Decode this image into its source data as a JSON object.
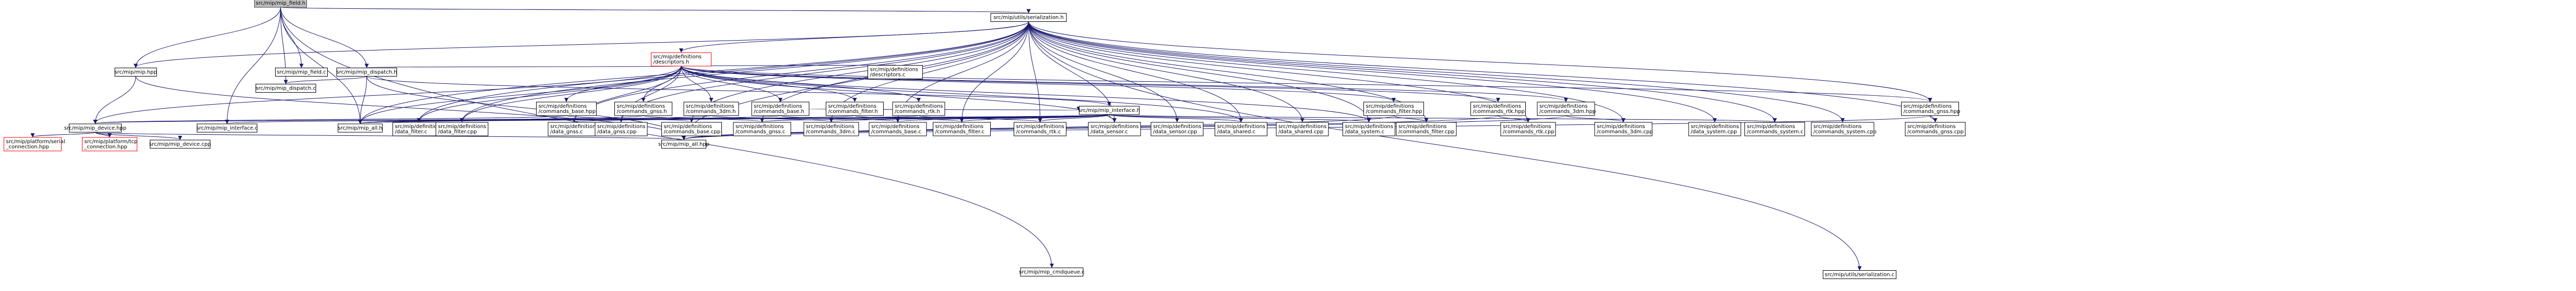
{
  "graph": {
    "edge_color": "#191970",
    "root_fill": "#bfbfbf",
    "missing_node_border": "#ff0000",
    "nodes": [
      {
        "id": "mip_field_h",
        "lines": [
          "src/mip/mip_field.h"
        ],
        "kind": "root"
      },
      {
        "id": "serialization_h",
        "lines": [
          "src/mip/utils/serialization.h"
        ]
      },
      {
        "id": "midqueue_c",
        "lines": [
          "src/mip/mip_cmdqueue.c"
        ]
      },
      {
        "id": "descriptors_h",
        "lines": [
          "src/mip/definitions",
          "/descriptors.h"
        ],
        "kind": "red"
      },
      {
        "id": "serialization_c",
        "lines": [
          "src/mip/utils/serialization.c"
        ]
      },
      {
        "id": "mip_hpp",
        "lines": [
          "src/mip/mip.hpp"
        ]
      },
      {
        "id": "mip_field_c",
        "lines": [
          "src/mip/mip_field.c"
        ]
      },
      {
        "id": "mip_dispatch_h",
        "lines": [
          "src/mip/mip_dispatch.h"
        ]
      },
      {
        "id": "descriptors_c",
        "lines": [
          "src/mip/definitions",
          "/descriptors.c"
        ]
      },
      {
        "id": "mip_dispatch_c",
        "lines": [
          "src/mip/mip_dispatch.c"
        ]
      },
      {
        "id": "commands_base_hpp",
        "lines": [
          "src/mip/definitions",
          "/commands_base.hpp"
        ]
      },
      {
        "id": "commands_gnss_h",
        "lines": [
          "src/mip/definitions",
          "/commands_gnss.h"
        ]
      },
      {
        "id": "commands_3dm_h",
        "lines": [
          "src/mip/definitions",
          "/commands_3dm.h"
        ]
      },
      {
        "id": "commands_base_h",
        "lines": [
          "src/mip/definitions",
          "/commands_base.h"
        ]
      },
      {
        "id": "commands_filter_h",
        "lines": [
          "src/mip/definitions",
          "/commands_filter.h"
        ]
      },
      {
        "id": "commands_rtk_h",
        "lines": [
          "src/mip/definitions",
          "/commands_rtk.h"
        ]
      },
      {
        "id": "mip_interface_h",
        "lines": [
          "src/mip/mip_interface.h"
        ]
      },
      {
        "id": "commands_filter_hpp",
        "lines": [
          "src/mip/definitions",
          "/commands_filter.hpp"
        ]
      },
      {
        "id": "commands_rtk_hpp",
        "lines": [
          "src/mip/definitions",
          "/commands_rtk.hpp"
        ]
      },
      {
        "id": "commands_3dm_hpp",
        "lines": [
          "src/mip/definitions",
          "/commands_3dm.hpp"
        ]
      },
      {
        "id": "commands_gnss_hpp",
        "lines": [
          "src/mip/definitions",
          "/commands_gnss.hpp"
        ]
      },
      {
        "id": "mip_device_hpp",
        "lines": [
          "src/mip/mip_device.hpp"
        ]
      },
      {
        "id": "mip_interface_c",
        "lines": [
          "src/mip/mip_interface.c"
        ]
      },
      {
        "id": "mip_all_h",
        "lines": [
          "src/mip/mip_all.h"
        ]
      },
      {
        "id": "data_filter_c",
        "lines": [
          "src/mip/definitions",
          "/data_filter.c"
        ]
      },
      {
        "id": "data_filter_cpp",
        "lines": [
          "src/mip/definitions",
          "/data_filter.cpp"
        ]
      },
      {
        "id": "data_gnss_c",
        "lines": [
          "src/mip/definitions",
          "/data_gnss.c"
        ]
      },
      {
        "id": "data_gnss_cpp",
        "lines": [
          "src/mip/definitions",
          "/data_gnss.cpp"
        ]
      },
      {
        "id": "commands_base_cpp",
        "lines": [
          "src/mip/definitions",
          "/commands_base.cpp"
        ]
      },
      {
        "id": "commands_gnss_c",
        "lines": [
          "src/mip/definitions",
          "/commands_gnss.c"
        ]
      },
      {
        "id": "commands_3dm_c",
        "lines": [
          "src/mip/definitions",
          "/commands_3dm.c"
        ]
      },
      {
        "id": "commands_base_c",
        "lines": [
          "src/mip/definitions",
          "/commands_base.c"
        ]
      },
      {
        "id": "commands_filter_c",
        "lines": [
          "src/mip/definitions",
          "/commands_filter.c"
        ]
      },
      {
        "id": "commands_rtk_c",
        "lines": [
          "src/mip/definitions",
          "/commands_rtk.c"
        ]
      },
      {
        "id": "data_sensor_c",
        "lines": [
          "src/mip/definitions",
          "/data_sensor.c"
        ]
      },
      {
        "id": "data_sensor_cpp",
        "lines": [
          "src/mip/definitions",
          "/data_sensor.cpp"
        ]
      },
      {
        "id": "data_shared_c",
        "lines": [
          "src/mip/definitions",
          "/data_shared.c"
        ]
      },
      {
        "id": "data_shared_cpp",
        "lines": [
          "src/mip/definitions",
          "/data_shared.cpp"
        ]
      },
      {
        "id": "data_system_c",
        "lines": [
          "src/mip/definitions",
          "/data_system.c"
        ]
      },
      {
        "id": "commands_filter_cpp",
        "lines": [
          "src/mip/definitions",
          "/commands_filter.cpp"
        ]
      },
      {
        "id": "commands_rtk_cpp",
        "lines": [
          "src/mip/definitions",
          "/commands_rtk.cpp"
        ]
      },
      {
        "id": "commands_3dm_cpp",
        "lines": [
          "src/mip/definitions",
          "/commands_3dm.cpp"
        ]
      },
      {
        "id": "data_system_cpp",
        "lines": [
          "src/mip/definitions",
          "/data_system.cpp"
        ]
      },
      {
        "id": "commands_system_c",
        "lines": [
          "src/mip/definitions",
          "/commands_system.c"
        ]
      },
      {
        "id": "commands_system_cpp",
        "lines": [
          "src/mip/definitions",
          "/commands_system.cpp"
        ]
      },
      {
        "id": "commands_gnss_cpp",
        "lines": [
          "src/mip/definitions",
          "/commands_gnss.cpp"
        ]
      },
      {
        "id": "serial_connection_hpp",
        "lines": [
          "src/mip/platform/serial",
          "_connection.hpp"
        ],
        "kind": "red"
      },
      {
        "id": "tcp_connection_hpp",
        "lines": [
          "src/mip/platform/tcp",
          "_connection.hpp"
        ],
        "kind": "red"
      },
      {
        "id": "mip_device_cpp",
        "lines": [
          "src/mip/mip_device.cpp"
        ]
      },
      {
        "id": "mip_all_hpp",
        "lines": [
          "src/mip/mip_all.hpp"
        ]
      }
    ],
    "edges": [
      [
        "mip_field_h",
        "serialization_h"
      ],
      [
        "mip_field_h",
        "midqueue_c"
      ],
      [
        "mip_field_h",
        "mip_hpp"
      ],
      [
        "mip_field_h",
        "mip_field_c"
      ],
      [
        "mip_field_h",
        "mip_dispatch_h"
      ],
      [
        "mip_field_h",
        "mip_interface_c"
      ],
      [
        "mip_field_h",
        "mip_dispatch_c"
      ],
      [
        "mip_field_h",
        "mip_all_h"
      ],
      [
        "serialization_h",
        "descriptors_h"
      ],
      [
        "serialization_h",
        "serialization_c"
      ],
      [
        "serialization_h",
        "mip_hpp"
      ],
      [
        "serialization_h",
        "mip_all_h"
      ],
      [
        "serialization_h",
        "mip_all_hpp"
      ],
      [
        "serialization_h",
        "commands_gnss_hpp"
      ],
      [
        "serialization_h",
        "commands_gnss_cpp"
      ],
      [
        "serialization_h",
        "commands_system_cpp"
      ],
      [
        "serialization_h",
        "commands_system_c"
      ],
      [
        "serialization_h",
        "data_system_cpp"
      ],
      [
        "serialization_h",
        "commands_3dm_cpp"
      ],
      [
        "serialization_h",
        "commands_rtk_cpp"
      ],
      [
        "serialization_h",
        "commands_filter_cpp"
      ],
      [
        "serialization_h",
        "data_system_c"
      ],
      [
        "serialization_h",
        "data_shared_cpp"
      ],
      [
        "serialization_h",
        "data_shared_c"
      ],
      [
        "serialization_h",
        "data_sensor_cpp"
      ],
      [
        "serialization_h",
        "data_sensor_c"
      ],
      [
        "serialization_h",
        "commands_rtk_c"
      ],
      [
        "serialization_h",
        "commands_filter_c"
      ],
      [
        "serialization_h",
        "commands_base_c"
      ],
      [
        "serialization_h",
        "commands_3dm_c"
      ],
      [
        "serialization_h",
        "commands_gnss_c"
      ],
      [
        "serialization_h",
        "commands_base_cpp"
      ],
      [
        "serialization_h",
        "data_gnss_cpp"
      ],
      [
        "serialization_h",
        "data_gnss_c"
      ],
      [
        "serialization_h",
        "data_filter_cpp"
      ],
      [
        "serialization_h",
        "data_filter_c"
      ],
      [
        "descriptors_h",
        "descriptors_c"
      ],
      [
        "descriptors_h",
        "mip_dispatch_h"
      ],
      [
        "descriptors_h",
        "mip_device_hpp"
      ],
      [
        "descriptors_h",
        "commands_base_hpp"
      ],
      [
        "descriptors_h",
        "commands_gnss_h"
      ],
      [
        "descriptors_h",
        "commands_3dm_h"
      ],
      [
        "descriptors_h",
        "commands_base_h"
      ],
      [
        "descriptors_h",
        "commands_filter_h"
      ],
      [
        "descriptors_h",
        "commands_rtk_h"
      ],
      [
        "descriptors_h",
        "commands_filter_hpp"
      ],
      [
        "descriptors_h",
        "commands_rtk_hpp"
      ],
      [
        "descriptors_h",
        "commands_3dm_hpp"
      ],
      [
        "descriptors_h",
        "commands_gnss_hpp"
      ],
      [
        "descriptors_h",
        "mip_all_h"
      ],
      [
        "descriptors_h",
        "data_filter_c"
      ],
      [
        "descriptors_h",
        "data_filter_cpp"
      ],
      [
        "descriptors_h",
        "data_gnss_c"
      ],
      [
        "descriptors_h",
        "data_gnss_cpp"
      ],
      [
        "descriptors_h",
        "data_sensor_c"
      ],
      [
        "descriptors_h",
        "data_shared_c"
      ],
      [
        "descriptors_h",
        "data_system_c"
      ],
      [
        "mip_hpp",
        "mip_device_hpp"
      ],
      [
        "mip_hpp",
        "mip_all_hpp"
      ],
      [
        "mip_dispatch_h",
        "mip_dispatch_c"
      ],
      [
        "mip_dispatch_h",
        "mip_interface_h"
      ],
      [
        "mip_dispatch_h",
        "mip_all_h"
      ],
      [
        "mip_dispatch_h",
        "mip_all_hpp"
      ],
      [
        "commands_base_hpp",
        "mip_device_hpp"
      ],
      [
        "commands_base_hpp",
        "commands_base_cpp"
      ],
      [
        "commands_gnss_h",
        "mip_all_h"
      ],
      [
        "commands_gnss_h",
        "commands_gnss_c"
      ],
      [
        "commands_3dm_h",
        "mip_all_h"
      ],
      [
        "commands_3dm_h",
        "commands_3dm_c"
      ],
      [
        "commands_base_h",
        "mip_interface_h"
      ],
      [
        "commands_base_h",
        "commands_base_c"
      ],
      [
        "commands_base_h",
        "mip_all_h"
      ],
      [
        "commands_filter_h",
        "commands_filter_c"
      ],
      [
        "commands_filter_h",
        "mip_all_h"
      ],
      [
        "commands_rtk_h",
        "commands_rtk_c"
      ],
      [
        "commands_rtk_h",
        "mip_all_h"
      ],
      [
        "mip_interface_h",
        "mip_interface_c"
      ],
      [
        "mip_interface_h",
        "mip_all_h"
      ],
      [
        "mip_interface_h",
        "data_filter_c"
      ],
      [
        "mip_interface_h",
        "data_gnss_c"
      ],
      [
        "mip_interface_h",
        "commands_gnss_c"
      ],
      [
        "mip_interface_h",
        "commands_3dm_c"
      ],
      [
        "mip_interface_h",
        "commands_base_c"
      ],
      [
        "mip_interface_h",
        "commands_filter_c"
      ],
      [
        "mip_interface_h",
        "commands_rtk_c"
      ],
      [
        "mip_interface_h",
        "data_sensor_c"
      ],
      [
        "mip_interface_h",
        "data_shared_c"
      ],
      [
        "mip_interface_h",
        "data_system_c"
      ],
      [
        "mip_interface_h",
        "commands_system_c"
      ],
      [
        "mip_interface_h",
        "mip_device_hpp"
      ],
      [
        "commands_filter_hpp",
        "commands_filter_cpp"
      ],
      [
        "commands_filter_hpp",
        "mip_all_hpp"
      ],
      [
        "commands_rtk_hpp",
        "commands_rtk_cpp"
      ],
      [
        "commands_rtk_hpp",
        "mip_all_hpp"
      ],
      [
        "commands_3dm_hpp",
        "commands_3dm_cpp"
      ],
      [
        "commands_3dm_hpp",
        "mip_all_hpp"
      ],
      [
        "commands_gnss_hpp",
        "commands_gnss_cpp"
      ],
      [
        "commands_gnss_hpp",
        "mip_all_hpp"
      ],
      [
        "mip_device_hpp",
        "serial_connection_hpp"
      ],
      [
        "mip_device_hpp",
        "tcp_connection_hpp"
      ],
      [
        "mip_device_hpp",
        "mip_device_cpp"
      ],
      [
        "mip_device_hpp",
        "mip_all_hpp"
      ]
    ]
  }
}
